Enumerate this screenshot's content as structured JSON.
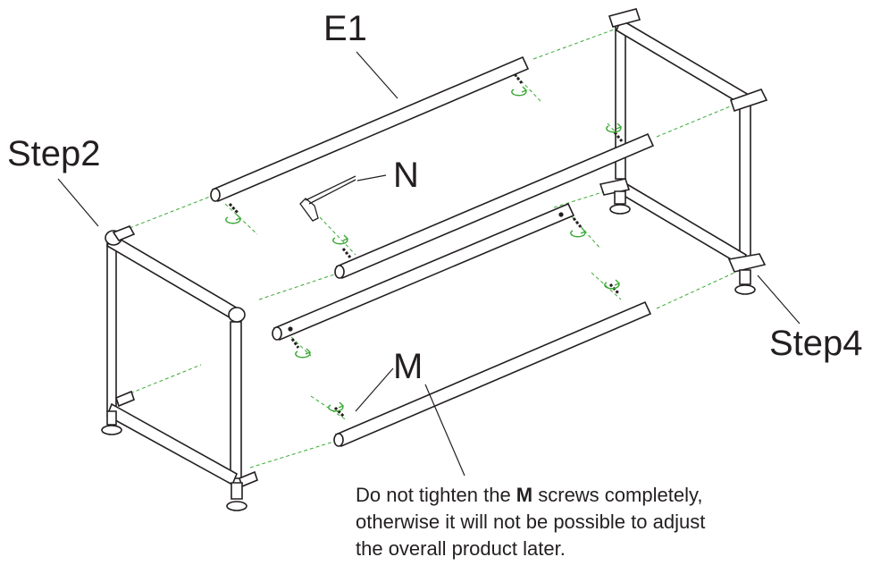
{
  "labels": {
    "e1": "E1",
    "n": "N",
    "m": "M",
    "step2": "Step2",
    "step4": "Step4"
  },
  "note": {
    "before": "Do not tighten the ",
    "bold": "M",
    "after_line1": " screws completely,",
    "line2": "otherwise it will not be possible to adjust",
    "line3": "the overall product later."
  },
  "colors": {
    "line": "#231f20",
    "dashed_guide": "#3aa935",
    "rotation_arrow": "#3aa935",
    "background": "#ffffff"
  },
  "icons": {
    "hex_key": "allen-key-icon",
    "screw": "screw-icon",
    "rotation": "rotation-arrow-icon"
  }
}
